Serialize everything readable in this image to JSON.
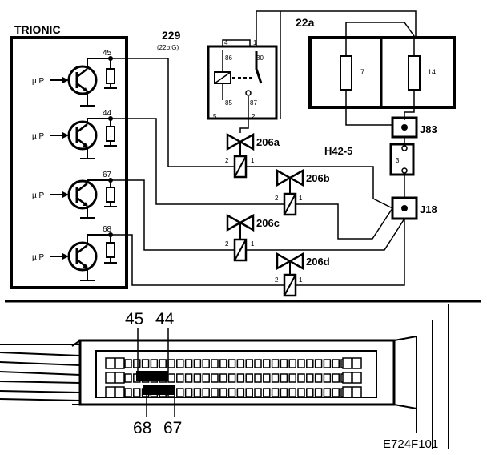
{
  "ecu": {
    "title": "TRIONIC",
    "input_label": "µ P"
  },
  "pins": [
    "45",
    "44",
    "67",
    "68"
  ],
  "relay": {
    "ref": "229",
    "sub": "(22b:G)",
    "t4": "4",
    "t1": "1",
    "t86": "86",
    "t30": "30",
    "t85": "85",
    "t87": "87",
    "t5": "5",
    "t2": "2"
  },
  "fuse": {
    "ref": "22a",
    "f7": "7",
    "f14": "14"
  },
  "connectors": {
    "j83": "J83",
    "j18": "J18",
    "h42": "H42-5",
    "link3": "3"
  },
  "valves": [
    {
      "ref": "206a",
      "p2": "2",
      "p1": "1"
    },
    {
      "ref": "206b",
      "p2": "2",
      "p1": "1"
    },
    {
      "ref": "206c",
      "p2": "2",
      "p1": "1"
    },
    {
      "ref": "206d",
      "p2": "2",
      "p1": "1"
    }
  ],
  "connector_view": {
    "top_left": "45",
    "top_right": "44",
    "bottom_left": "68",
    "bottom_right": "67"
  },
  "figure_id": "E724F101"
}
